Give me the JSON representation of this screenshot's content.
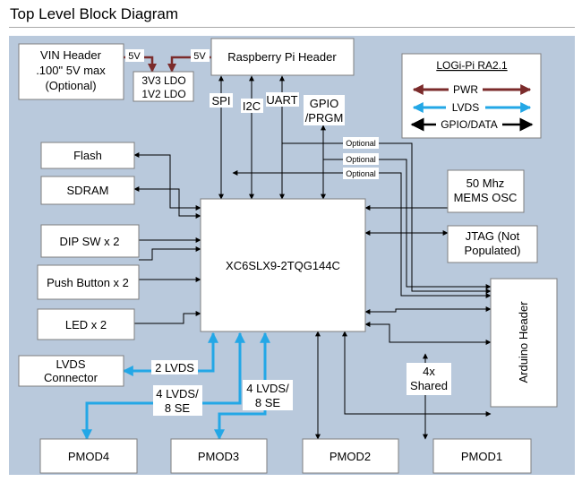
{
  "title": "Top Level Block Diagram",
  "colors": {
    "background": "#b9c9dc",
    "pwr": "#7b2b2b",
    "lvds": "#23a7e6",
    "gpio": "#000000",
    "box_fill": "#ffffff",
    "box_stroke": "#7f7f7f"
  },
  "blocks": {
    "vin": [
      "VIN Header",
      ".100\" 5V max",
      "(Optional)"
    ],
    "ldo": [
      "3V3 LDO",
      "1V2 LDO"
    ],
    "rpi": "Raspberry Pi Header",
    "flash": "Flash",
    "sdram": "SDRAM",
    "dip": "DIP SW x 2",
    "push": "Push Button x 2",
    "led": "LED x 2",
    "lvds_conn": [
      "LVDS",
      "Connector"
    ],
    "fpga": "XC6SLX9-2TQG144C",
    "osc": [
      "50 Mhz",
      "MEMS OSC"
    ],
    "jtag": [
      "JTAG (Not",
      "Populated)"
    ],
    "arduino": "Arduino Header",
    "pmod4": "PMOD4",
    "pmod3": "PMOD3",
    "pmod2": "PMOD2",
    "pmod1": "PMOD1"
  },
  "legend": {
    "title": "LOGi-Pi RA2.1",
    "pwr": "PWR",
    "lvds": "LVDS",
    "gpio": "GPIO/DATA"
  },
  "labels": {
    "v5_a": "5V",
    "v5_b": "5V",
    "spi": "SPI",
    "i2c": "I2C",
    "uart": "UART",
    "gpio_prgm": [
      "GPIO",
      "/PRGM"
    ],
    "optional_1": "Optional",
    "optional_2": "Optional",
    "optional_3": "Optional",
    "lvds2": "2 LVDS",
    "lvds4_a": [
      "4 LVDS/",
      "8 SE"
    ],
    "lvds4_b": [
      "4 LVDS/",
      "8 SE"
    ],
    "shared": [
      "4x",
      "Shared"
    ]
  }
}
